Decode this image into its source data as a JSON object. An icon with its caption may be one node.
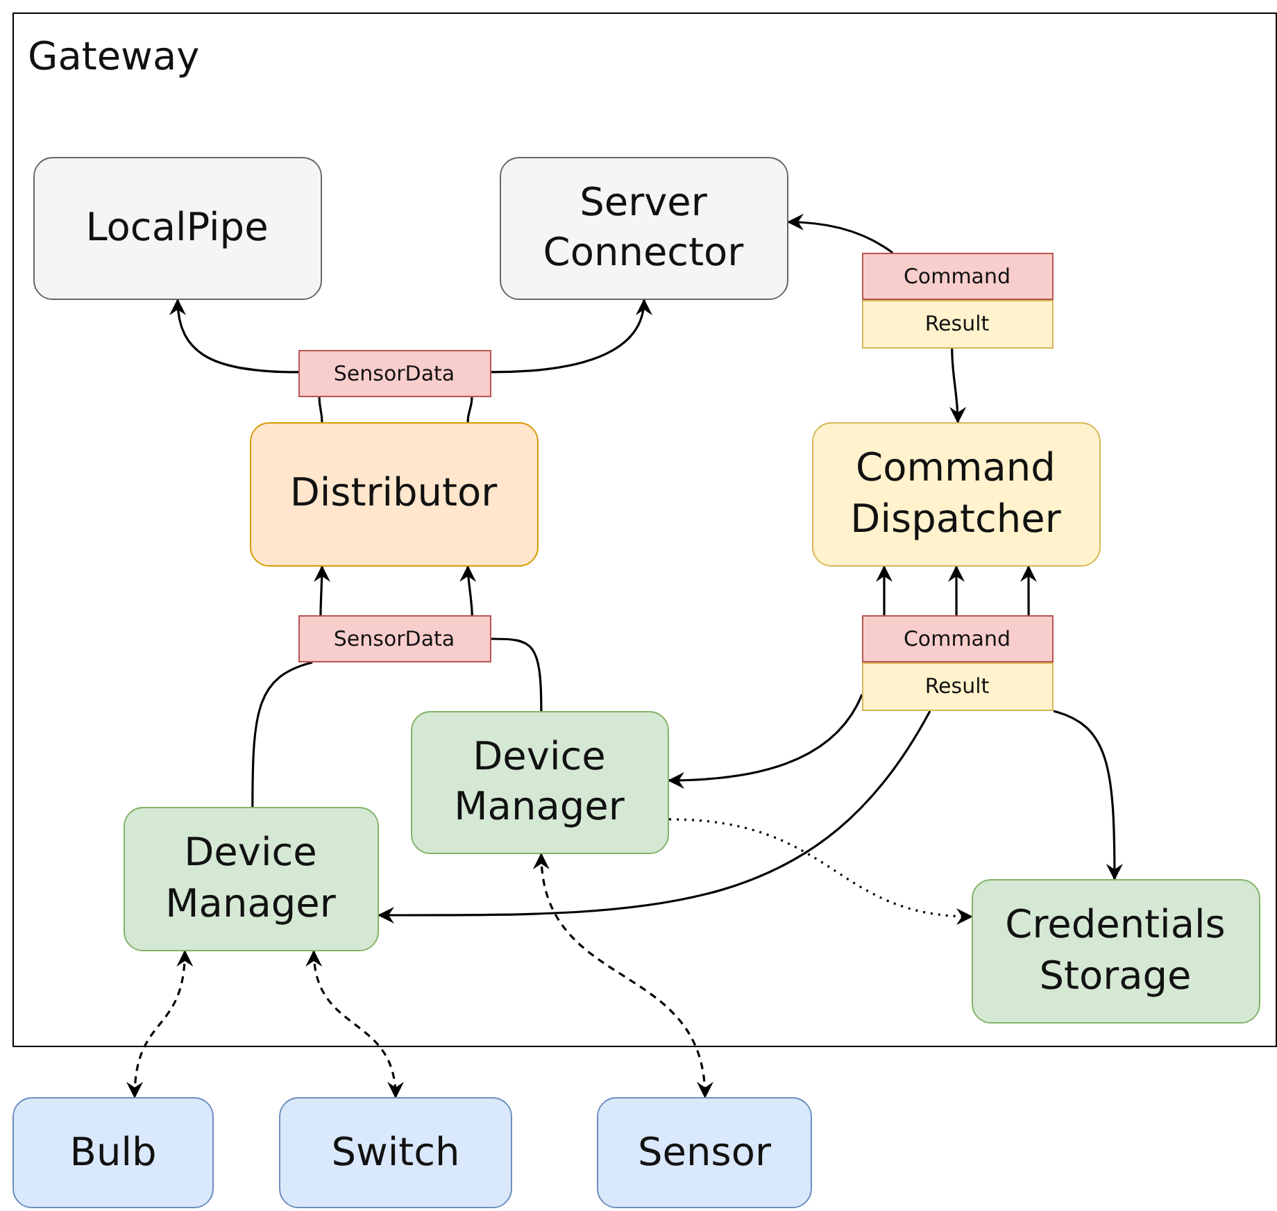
{
  "diagram": {
    "nodes": [
      {
        "text": [
          "Gateway"
        ]
      },
      {
        "text": [
          "LocalPipe"
        ],
        "in": 0
      },
      {
        "text": [
          "Server Connector"
        ],
        "in": 0
      },
      {
        "text": [
          "SensorData"
        ],
        "in": 0
      },
      {
        "text": [
          "Command"
        ],
        "in": 0
      },
      {
        "text": [
          "Result"
        ],
        "in": 0
      },
      {
        "text": [
          "Distributor"
        ],
        "in": 0
      },
      {
        "text": [
          "Command Dispatcher"
        ],
        "in": 0
      },
      {
        "text": [
          "SensorData"
        ],
        "in": 0
      },
      {
        "text": [
          "Command"
        ],
        "in": 0
      },
      {
        "text": [
          "Result"
        ],
        "in": 0
      },
      {
        "text": [
          "Device Manager"
        ],
        "in": 0
      },
      {
        "text": [
          "Device Manager"
        ],
        "in": 0
      },
      {
        "text": [
          "Credentials Storage"
        ],
        "in": 0
      },
      {
        "text": [
          "Bulb"
        ]
      },
      {
        "text": [
          "Switch"
        ]
      },
      {
        "text": [
          "Sensor"
        ]
      }
    ],
    "edges": [
      {
        "from": 6,
        "to": 3,
        "arrow": "none"
      },
      {
        "from": 6,
        "to": 3,
        "arrow": "none"
      },
      {
        "from": 3,
        "to": 1,
        "arrow": "to"
      },
      {
        "from": 3,
        "to": 2,
        "arrow": "to"
      },
      {
        "from": 4,
        "to": 2,
        "arrow": "to"
      },
      {
        "from": 5,
        "to": 7,
        "arrow": "to"
      },
      {
        "from": 8,
        "to": 6,
        "arrow": "to"
      },
      {
        "from": 8,
        "to": 6,
        "arrow": "to"
      },
      {
        "from": 12,
        "to": 8,
        "arrow": "none"
      },
      {
        "from": 11,
        "to": 8,
        "arrow": "none"
      },
      {
        "from": 9,
        "to": 7,
        "arrow": "to"
      },
      {
        "from": 9,
        "to": 7,
        "arrow": "to"
      },
      {
        "from": 9,
        "to": 7,
        "arrow": "to"
      },
      {
        "from": 10,
        "to": 11,
        "arrow": "to"
      },
      {
        "from": 10,
        "to": 12,
        "arrow": "to"
      },
      {
        "from": 10,
        "to": 13,
        "arrow": "to"
      },
      {
        "from": 11,
        "to": 13,
        "arrow": "to",
        "style": "dashed"
      },
      {
        "from": 12,
        "to": 14,
        "arrow": "both",
        "style": "dashed"
      },
      {
        "from": 12,
        "to": 15,
        "arrow": "both",
        "style": "dashed"
      },
      {
        "from": 11,
        "to": 16,
        "arrow": "both",
        "style": "dashed"
      }
    ]
  }
}
